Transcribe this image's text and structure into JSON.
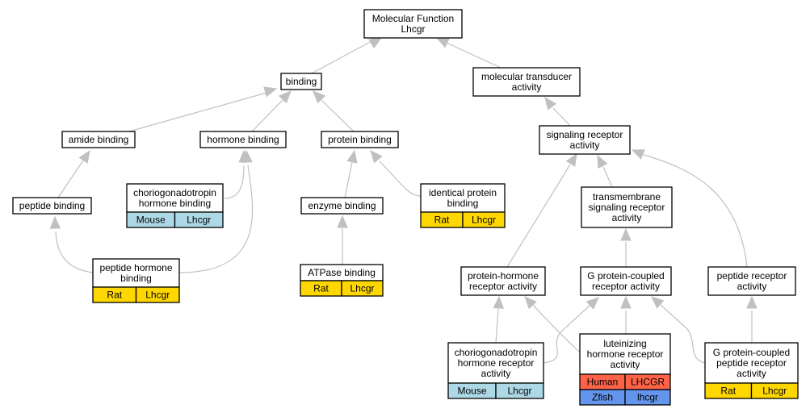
{
  "colors": {
    "edge": "#c0c0c0",
    "mouse": "#add8e6",
    "rat": "#ffd700",
    "human": "#ff6347",
    "zfish": "#6495ed"
  },
  "nodes": [
    {
      "id": "molecular_function",
      "lines": [
        "Molecular Function",
        "Lhcgr"
      ]
    },
    {
      "id": "binding",
      "lines": [
        "binding"
      ]
    },
    {
      "id": "molecular_transducer",
      "lines": [
        "molecular transducer",
        "activity"
      ]
    },
    {
      "id": "amide_binding",
      "lines": [
        "amide binding"
      ]
    },
    {
      "id": "hormone_binding",
      "lines": [
        "hormone binding"
      ]
    },
    {
      "id": "protein_binding",
      "lines": [
        "protein binding"
      ]
    },
    {
      "id": "signaling_receptor",
      "lines": [
        "signaling receptor",
        "activity"
      ]
    },
    {
      "id": "peptide_binding",
      "lines": [
        "peptide binding"
      ]
    },
    {
      "id": "cg_hormone_binding",
      "lines": [
        "choriogonadotropin",
        "hormone binding"
      ],
      "annotations": [
        {
          "species": "Mouse",
          "gene": "Lhcgr",
          "color": "mouse"
        }
      ]
    },
    {
      "id": "enzyme_binding",
      "lines": [
        "enzyme binding"
      ]
    },
    {
      "id": "identical_protein_binding",
      "lines": [
        "identical protein",
        "binding"
      ],
      "annotations": [
        {
          "species": "Rat",
          "gene": "Lhcgr",
          "color": "rat"
        }
      ]
    },
    {
      "id": "transmembrane_signaling",
      "lines": [
        "transmembrane",
        "signaling receptor",
        "activity"
      ]
    },
    {
      "id": "peptide_hormone_binding",
      "lines": [
        "peptide hormone",
        "binding"
      ],
      "annotations": [
        {
          "species": "Rat",
          "gene": "Lhcgr",
          "color": "rat"
        }
      ]
    },
    {
      "id": "atpase_binding",
      "lines": [
        "ATPase binding"
      ],
      "annotations": [
        {
          "species": "Rat",
          "gene": "Lhcgr",
          "color": "rat"
        }
      ]
    },
    {
      "id": "protein_hormone_receptor",
      "lines": [
        "protein-hormone",
        "receptor activity"
      ]
    },
    {
      "id": "gpcr_activity",
      "lines": [
        "G protein-coupled",
        "receptor activity"
      ]
    },
    {
      "id": "peptide_receptor",
      "lines": [
        "peptide receptor",
        "activity"
      ]
    },
    {
      "id": "cg_hormone_receptor",
      "lines": [
        "choriogonadotropin",
        "hormone receptor",
        "activity"
      ],
      "annotations": [
        {
          "species": "Mouse",
          "gene": "Lhcgr",
          "color": "mouse"
        }
      ]
    },
    {
      "id": "lh_receptor",
      "lines": [
        "luteinizing",
        "hormone receptor",
        "activity"
      ],
      "annotations": [
        {
          "species": "Human",
          "gene": "LHCGR",
          "color": "human"
        },
        {
          "species": "Zfish",
          "gene": "lhcgr",
          "color": "zfish"
        }
      ]
    },
    {
      "id": "gpcr_peptide_receptor",
      "lines": [
        "G protein-coupled",
        "peptide receptor",
        "activity"
      ],
      "annotations": [
        {
          "species": "Rat",
          "gene": "Lhcgr",
          "color": "rat"
        }
      ]
    }
  ],
  "edges": [
    {
      "from": "binding",
      "to": "molecular_function"
    },
    {
      "from": "molecular_transducer",
      "to": "molecular_function"
    },
    {
      "from": "amide_binding",
      "to": "binding"
    },
    {
      "from": "hormone_binding",
      "to": "binding"
    },
    {
      "from": "protein_binding",
      "to": "binding"
    },
    {
      "from": "signaling_receptor",
      "to": "molecular_transducer"
    },
    {
      "from": "peptide_binding",
      "to": "amide_binding"
    },
    {
      "from": "cg_hormone_binding",
      "to": "hormone_binding"
    },
    {
      "from": "peptide_hormone_binding",
      "to": "hormone_binding"
    },
    {
      "from": "peptide_hormone_binding",
      "to": "peptide_binding"
    },
    {
      "from": "enzyme_binding",
      "to": "protein_binding"
    },
    {
      "from": "identical_protein_binding",
      "to": "protein_binding"
    },
    {
      "from": "atpase_binding",
      "to": "enzyme_binding"
    },
    {
      "from": "protein_hormone_receptor",
      "to": "signaling_receptor"
    },
    {
      "from": "transmembrane_signaling",
      "to": "signaling_receptor"
    },
    {
      "from": "peptide_receptor",
      "to": "signaling_receptor"
    },
    {
      "from": "gpcr_activity",
      "to": "transmembrane_signaling"
    },
    {
      "from": "cg_hormone_receptor",
      "to": "protein_hormone_receptor"
    },
    {
      "from": "cg_hormone_receptor",
      "to": "gpcr_activity"
    },
    {
      "from": "lh_receptor",
      "to": "protein_hormone_receptor"
    },
    {
      "from": "lh_receptor",
      "to": "gpcr_activity"
    },
    {
      "from": "gpcr_peptide_receptor",
      "to": "gpcr_activity"
    },
    {
      "from": "gpcr_peptide_receptor",
      "to": "peptide_receptor"
    }
  ]
}
